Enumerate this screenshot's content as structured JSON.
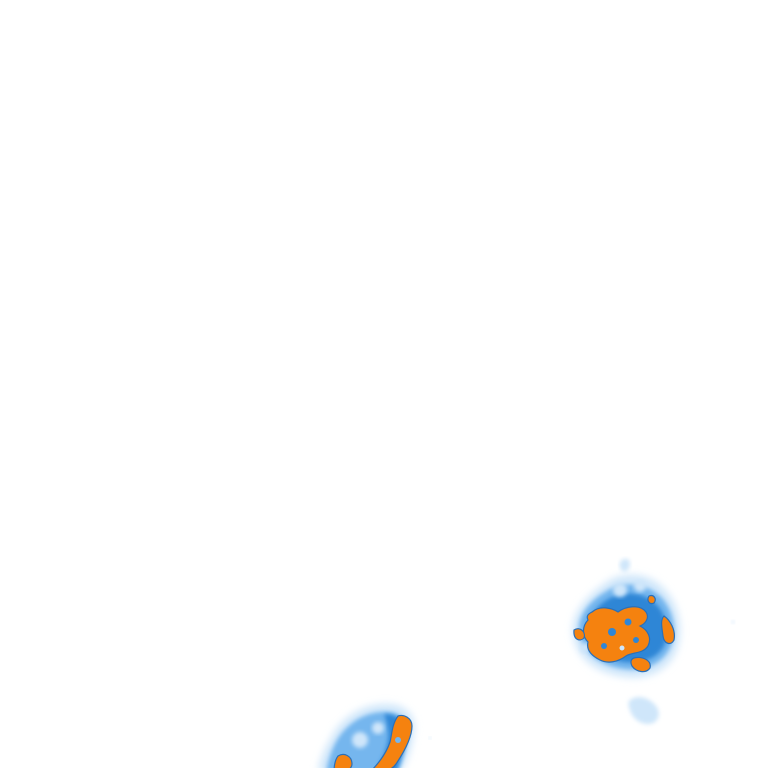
{
  "map": {
    "type": "radar-reflectivity-tile",
    "background_color": "#ffffff",
    "palette": {
      "light": "#cfe6fa",
      "medium": "#74b6ee",
      "strong": "#2f86d6",
      "heavy": "#f5820f",
      "heavy_outline": "#2a6fb8"
    },
    "cells": [
      {
        "id": "cell-east",
        "intensity": "heavy"
      },
      {
        "id": "cell-south",
        "intensity": "heavy"
      },
      {
        "id": "cell-trail-north",
        "intensity": "light"
      },
      {
        "id": "cell-trail-south",
        "intensity": "light"
      }
    ]
  }
}
